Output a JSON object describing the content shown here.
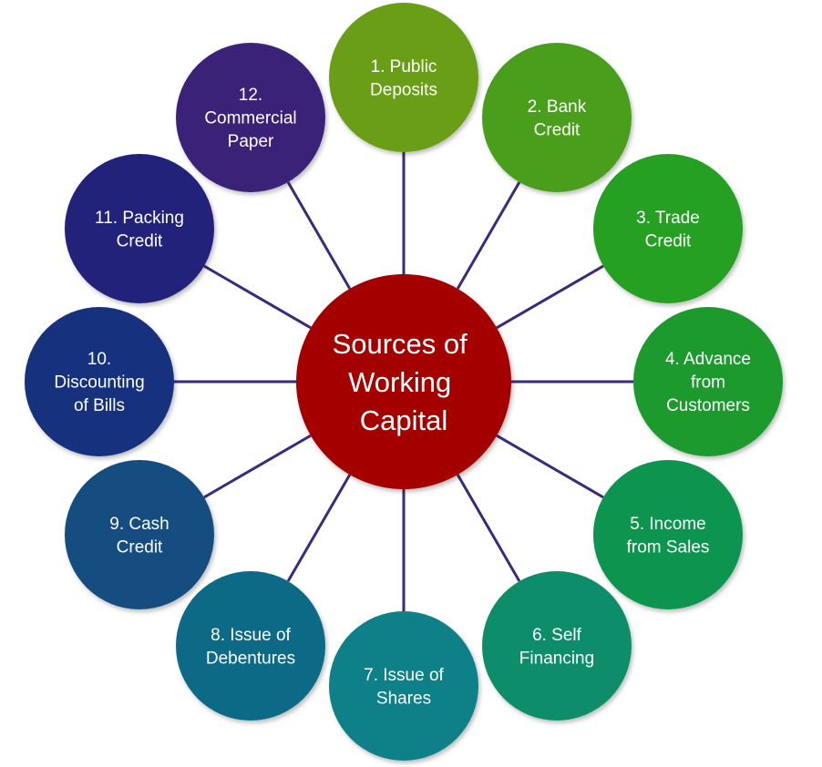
{
  "center": {
    "lines": [
      "Sources of",
      "Working",
      "Capital"
    ],
    "color": "#a50000"
  },
  "connector_color": "#3b2a7a",
  "sources": [
    {
      "lines": [
        "1. Public",
        "Deposits"
      ],
      "color": "#6a9e18"
    },
    {
      "lines": [
        "2. Bank",
        "Credit"
      ],
      "color": "#4a9e1c"
    },
    {
      "lines": [
        "3. Trade",
        "Credit"
      ],
      "color": "#28a020"
    },
    {
      "lines": [
        "4. Advance",
        "from",
        "Customers"
      ],
      "color": "#1a9a2e"
    },
    {
      "lines": [
        "5. Income",
        "from Sales"
      ],
      "color": "#0f9450"
    },
    {
      "lines": [
        "6. Self",
        "Financing"
      ],
      "color": "#0a8d6a"
    },
    {
      "lines": [
        "7. Issue of",
        "Shares"
      ],
      "color": "#0c8088"
    },
    {
      "lines": [
        "8. Issue of",
        "Debentures"
      ],
      "color": "#106a86"
    },
    {
      "lines": [
        "9. Cash",
        "Credit"
      ],
      "color": "#134d80"
    },
    {
      "lines": [
        "10.",
        "Discounting",
        "of Bills"
      ],
      "color": "#15337e"
    },
    {
      "lines": [
        "11. Packing",
        "Credit"
      ],
      "color": "#23207a"
    },
    {
      "lines": [
        "12.",
        "Commercial",
        "Paper"
      ],
      "color": "#3a2179"
    }
  ]
}
